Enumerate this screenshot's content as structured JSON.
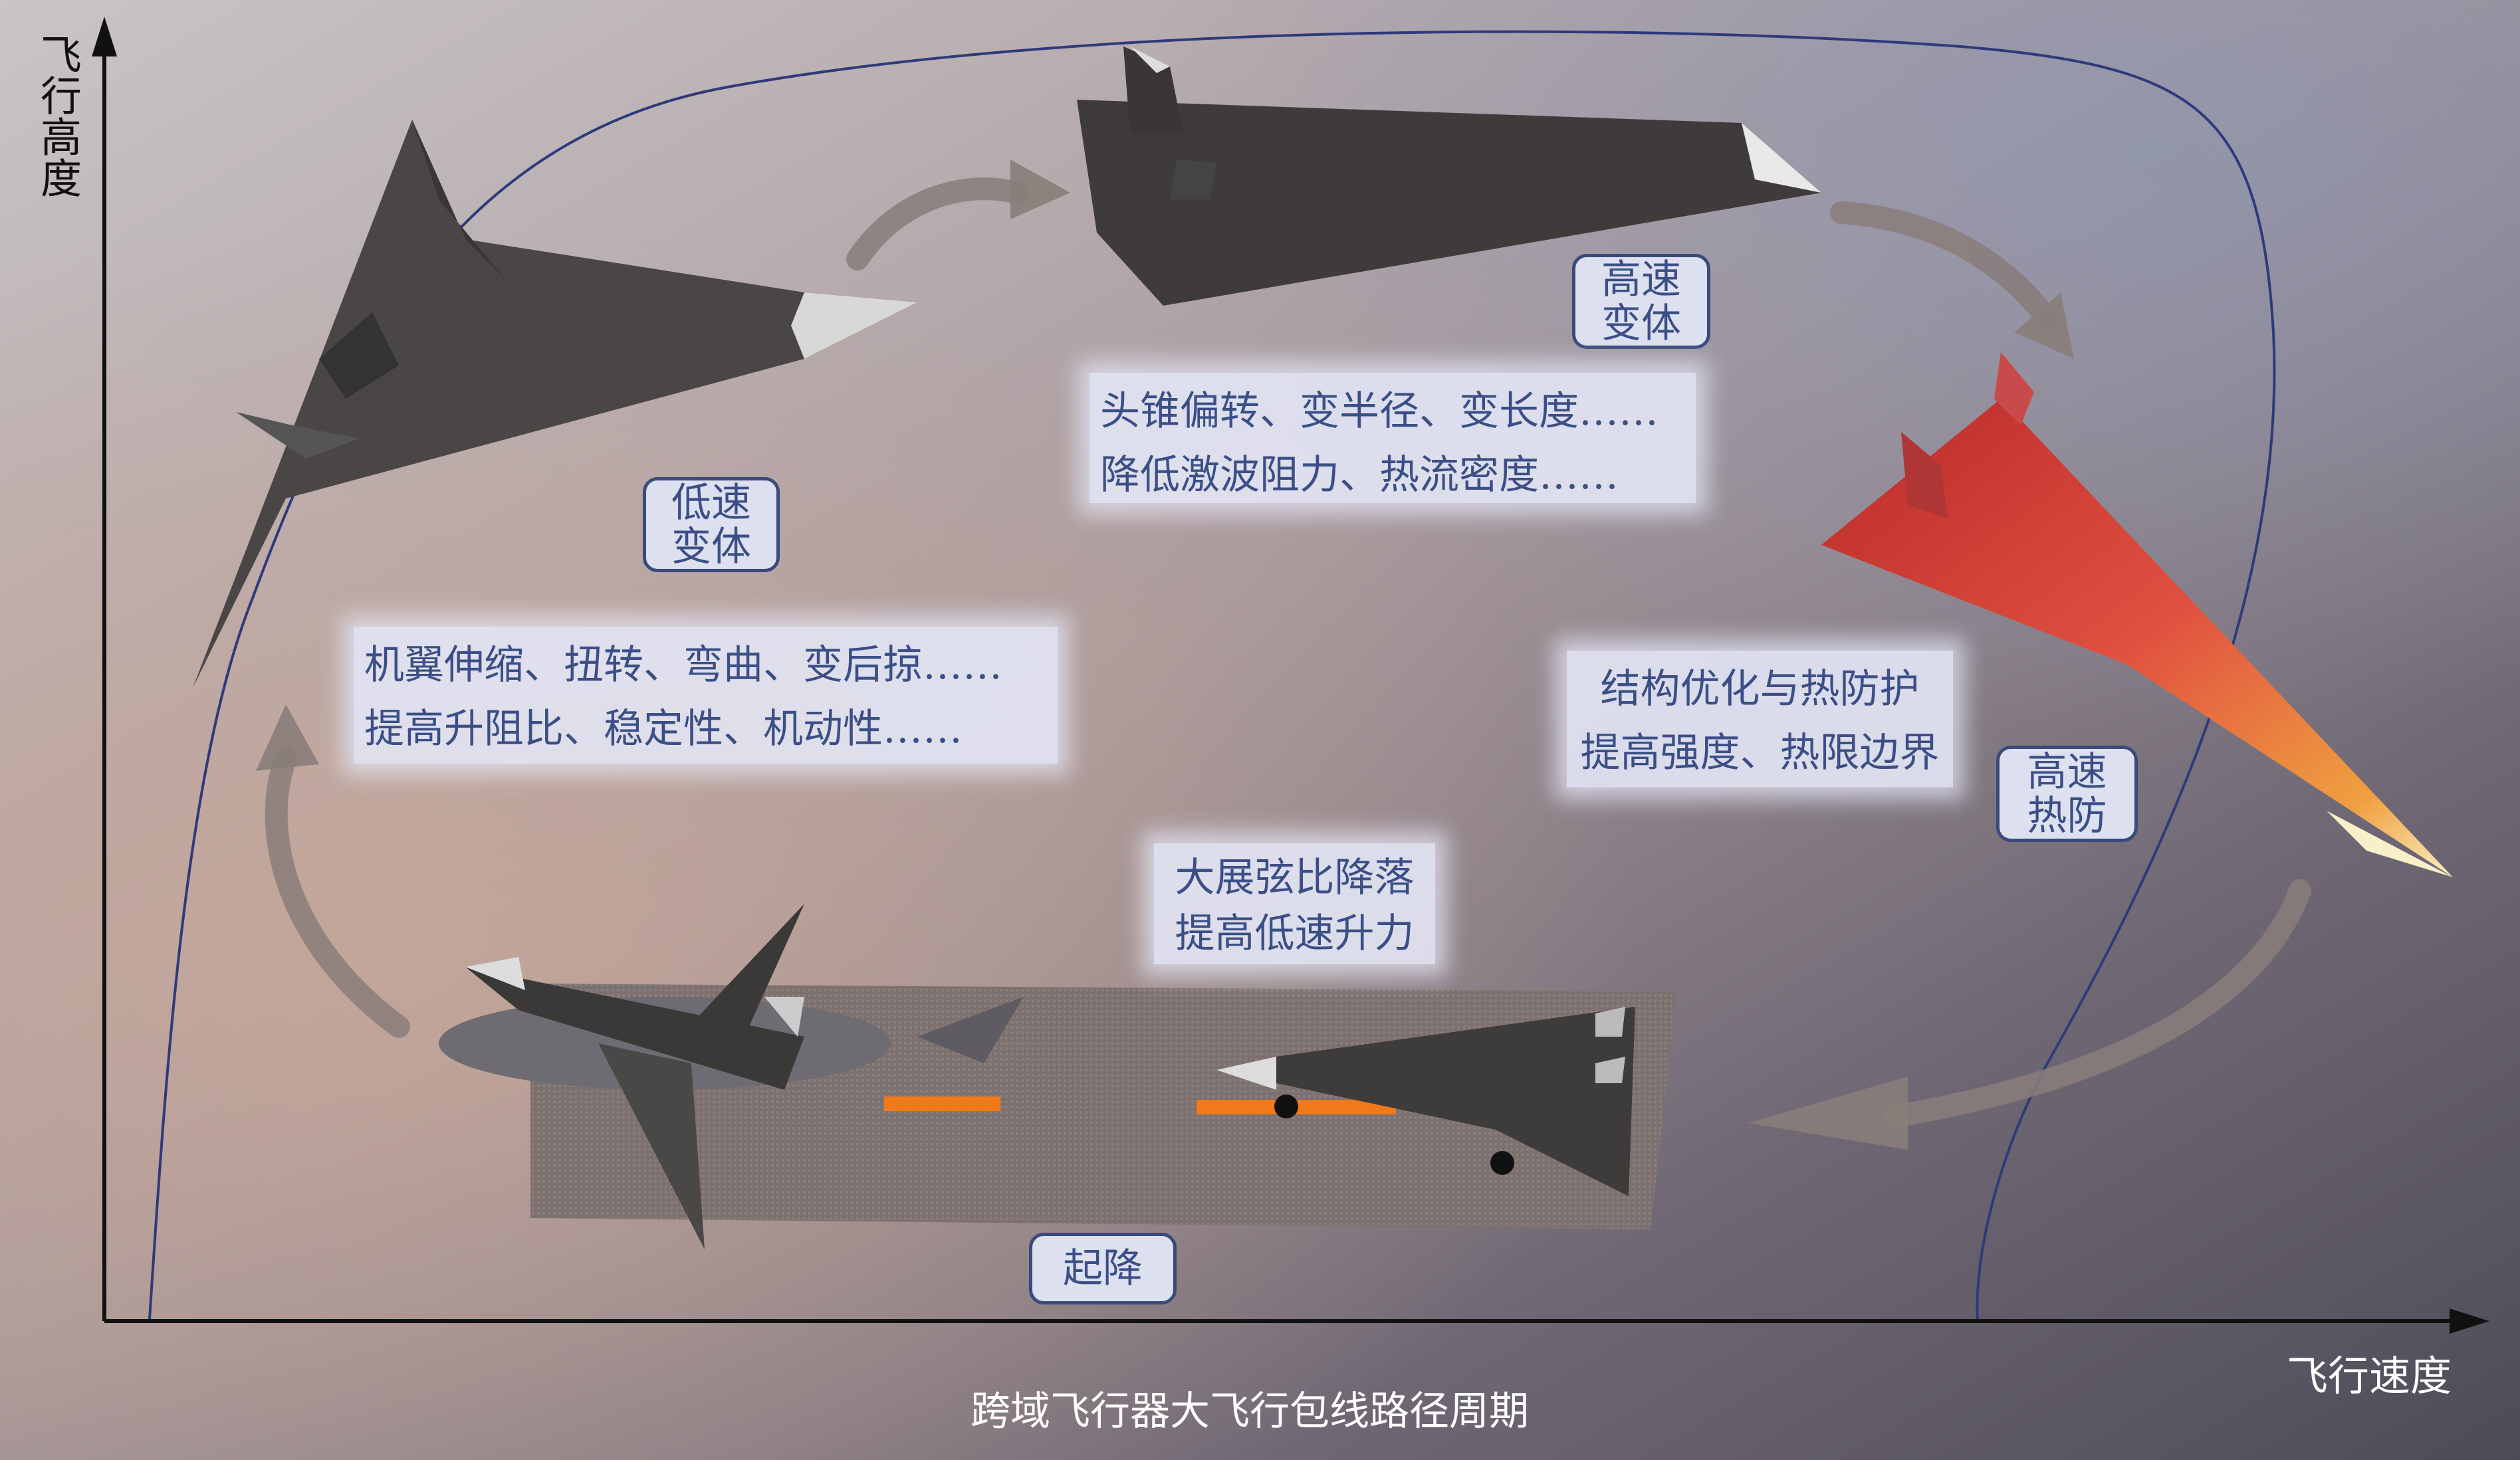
{
  "axes": {
    "y_label": "飞行高度",
    "x_label": "飞行速度"
  },
  "caption": "跨域飞行器大飞行包线路径周期",
  "stages": {
    "low_speed": {
      "tag": [
        "低速",
        "变体"
      ],
      "lines": [
        "机翼伸缩、扭转、弯曲、变后掠……",
        "提高升阻比、稳定性、机动性……"
      ]
    },
    "high_speed": {
      "tag": [
        "高速",
        "变体"
      ],
      "lines": [
        "头锥偏转、变半径、变长度……",
        "降低激波阻力、热流密度……"
      ]
    },
    "thermal": {
      "tag": [
        "高速",
        "热防"
      ],
      "lines": [
        "结构优化与热防护",
        "提高强度、热限边界"
      ]
    },
    "landing": {
      "tag": [
        "起降"
      ],
      "lines": [
        "大展弦比降落",
        "提高低速升力"
      ]
    }
  },
  "colors": {
    "text": "#3b4f86",
    "path": "#2e3a7a",
    "runway_mark": "#f07a1a"
  }
}
